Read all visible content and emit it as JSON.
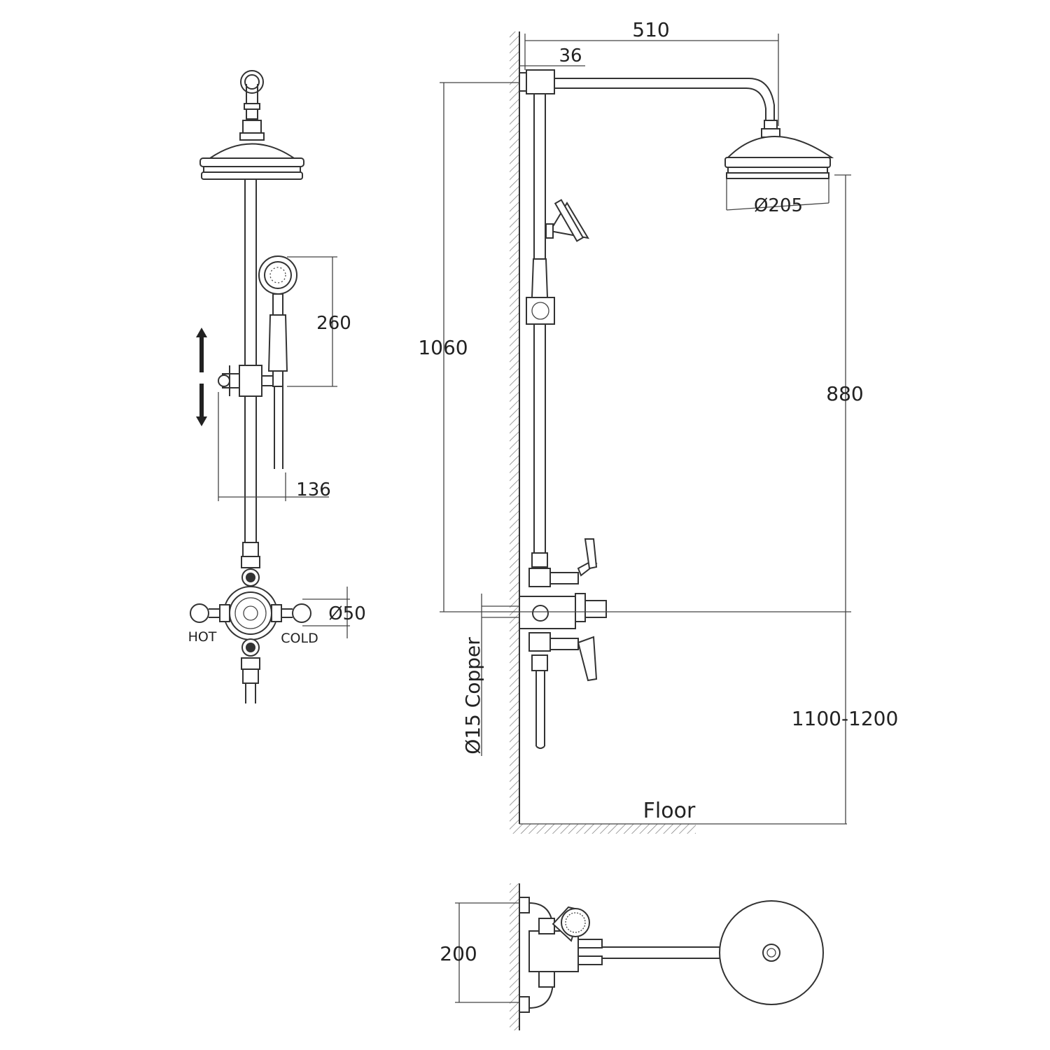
{
  "front_view": {
    "dim_height_handset": "260",
    "dim_width_slider": "136",
    "dim_diameter_valve": "Ø50",
    "label_hot": "HOT",
    "label_cold": "COLD"
  },
  "side_view": {
    "dim_arm_length": "510",
    "dim_wall_offset": "36",
    "dim_riser_height": "1060",
    "dim_head_diameter": "Ø205",
    "dim_head_height": "880",
    "dim_valve_height": "1100-1200",
    "label_pipe": "Ø15 Copper",
    "label_floor": "Floor"
  },
  "top_view": {
    "dim_projection": "200"
  }
}
